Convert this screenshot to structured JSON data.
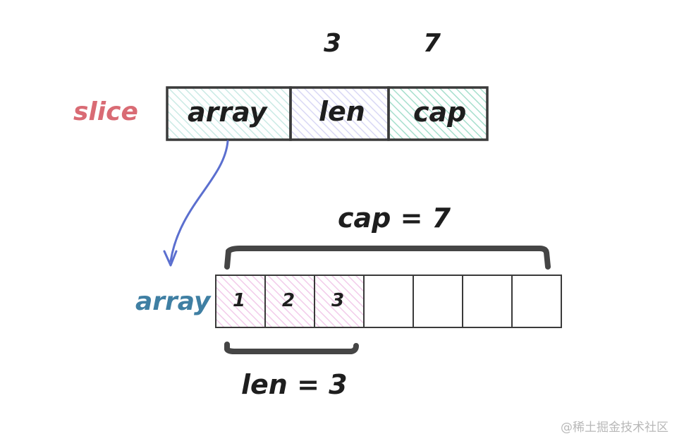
{
  "slice": {
    "label": "slice",
    "fields": [
      {
        "name": "array",
        "fill": "#9fd9cf",
        "value": ""
      },
      {
        "name": "len",
        "fill": "#b9b8ec",
        "value": "3"
      },
      {
        "name": "cap",
        "fill": "#5cc4a4",
        "value": "7"
      }
    ]
  },
  "array": {
    "label": "array",
    "cells": [
      "1",
      "2",
      "3",
      "",
      "",
      "",
      ""
    ],
    "filled_count": 3,
    "cell_fill": "#e6a0d9"
  },
  "annotations": {
    "cap_label": "cap = 7",
    "len_label": "len = 3"
  },
  "watermark": "@稀土掘金技术社区",
  "colors": {
    "slice_label": "#d96b74",
    "array_label": "#3f7fa3",
    "pointer_arrow": "#5b6fcf",
    "stroke": "#3a3a3a",
    "text": "#1e1e1e"
  }
}
